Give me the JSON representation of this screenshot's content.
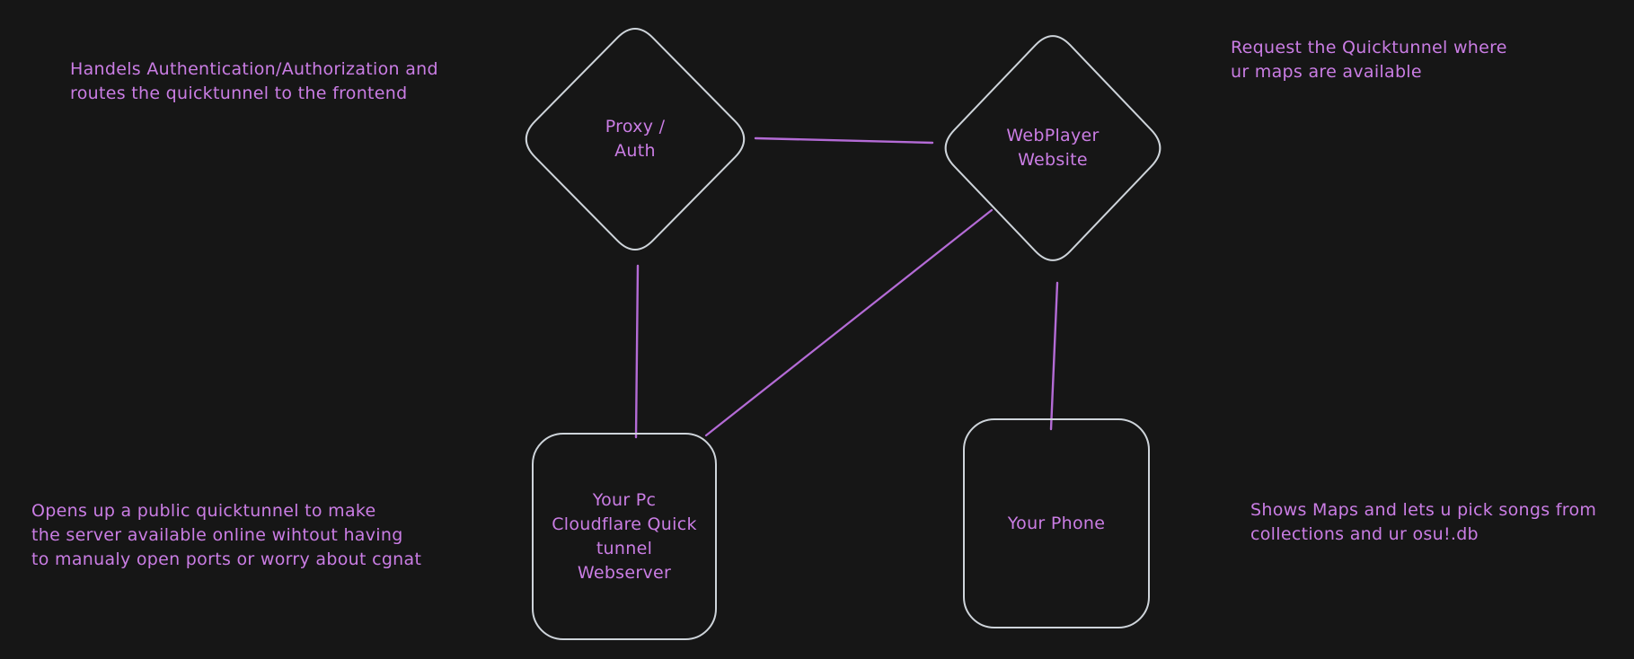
{
  "app": {
    "type": "excalidraw-style-diagram",
    "background_color": "#161616",
    "shape_stroke_color": "#ced4da",
    "connector_color": "#b46bd6",
    "text_color": "#ca7de4"
  },
  "nodes": [
    {
      "id": "proxy-auth",
      "shape": "diamond",
      "label_lines": [
        "Proxy /",
        "Auth"
      ]
    },
    {
      "id": "webplayer-website",
      "shape": "diamond",
      "label_lines": [
        "WebPlayer",
        "Website"
      ]
    },
    {
      "id": "your-pc-webserver",
      "shape": "rounded-rectangle",
      "label_lines": [
        "Your Pc",
        "Cloudflare Quick",
        "tunnel",
        "Webserver"
      ]
    },
    {
      "id": "your-phone",
      "shape": "rounded-rectangle",
      "label_lines": [
        "Your Phone"
      ]
    }
  ],
  "connectors": [
    {
      "id": "proxy-to-webplayer",
      "from": "proxy-auth",
      "to": "webplayer-website"
    },
    {
      "id": "proxy-to-your-pc",
      "from": "proxy-auth",
      "to": "your-pc-webserver"
    },
    {
      "id": "webplayer-to-your-pc",
      "from": "webplayer-website",
      "to": "your-pc-webserver"
    },
    {
      "id": "webplayer-to-your-phone",
      "from": "webplayer-website",
      "to": "your-phone"
    }
  ],
  "annotations": {
    "top_left": {
      "lines": [
        "Handels Authentication/Authorization and",
        "routes the quicktunnel to the frontend"
      ]
    },
    "top_right": {
      "lines": [
        "Request the Quicktunnel where",
        "ur maps are available"
      ]
    },
    "bottom_left": {
      "lines": [
        "Opens up a public quicktunnel to make",
        "the server available online wihtout having",
        "to manualy open ports or worry about cgnat"
      ]
    },
    "bottom_right": {
      "lines": [
        "Shows Maps and lets u pick songs from",
        "collections and ur osu!.db"
      ]
    }
  }
}
